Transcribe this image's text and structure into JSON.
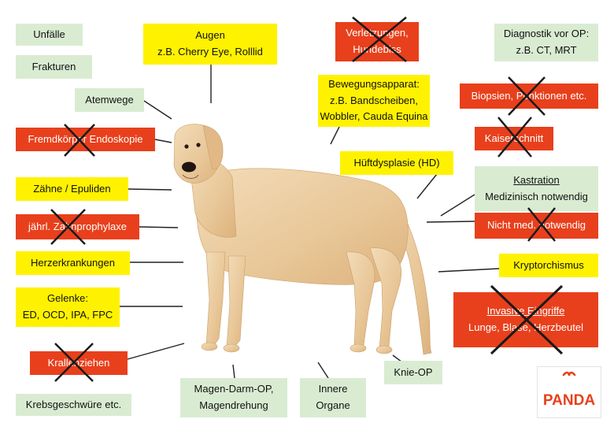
{
  "labels": {
    "unfaelle": "Unfälle",
    "frakturen": "Frakturen",
    "atemwege": "Atemwege",
    "fremdkoerper": "Fremdkörper Endoskopie",
    "zaehne": "Zähne / Epuliden",
    "zahnprophylaxe": "jährl. Zahnprophylaxe",
    "herz": "Herzerkrankungen",
    "gelenke_title": "Gelenke:",
    "gelenke_detail": "ED, OCD, IPA, FPC",
    "krallen": "Krallenziehen",
    "krebs": "Krebsgeschwüre etc.",
    "augen_title": "Augen",
    "augen_detail": "z.B. Cherry Eye, Rolllid",
    "verletzungen_line1": "Verletzungen,",
    "verletzungen_line2": "Hundebiss",
    "bewegung_title": "Bewegungsapparat:",
    "bewegung_line2": "z.B. Bandscheiben,",
    "bewegung_line3": "Wobbler, Cauda Equina",
    "hueft": "Hüftdysplasie (HD)",
    "diagnostik_title": "Diagnostik vor OP:",
    "diagnostik_detail": "z.B. CT, MRT",
    "biopsien": "Biopsien, Punktionen etc.",
    "kaiserschnitt": "Kaiserschnitt",
    "kastration_title": "Kastration",
    "kastration_detail": "Medizinisch notwendig",
    "nicht_med": "Nicht med. notwendig",
    "kryptorchismus": "Kryptorchismus",
    "invasive_title": "Invasive Eingriffe",
    "invasive_detail": "Lunge, Blase, Herzbeutel",
    "magen_line1": "Magen-Darm-OP,",
    "magen_line2": "Magendrehung",
    "innere_line1": "Innere",
    "innere_line2": "Organe",
    "knie": "Knie-OP"
  },
  "logo": {
    "text": "PANDA",
    "color": "#e8401c"
  },
  "colors": {
    "covered": "#fff200",
    "info": "#d9ecd2",
    "not_covered": "#e8401c",
    "cross": "#1a1a1a"
  }
}
